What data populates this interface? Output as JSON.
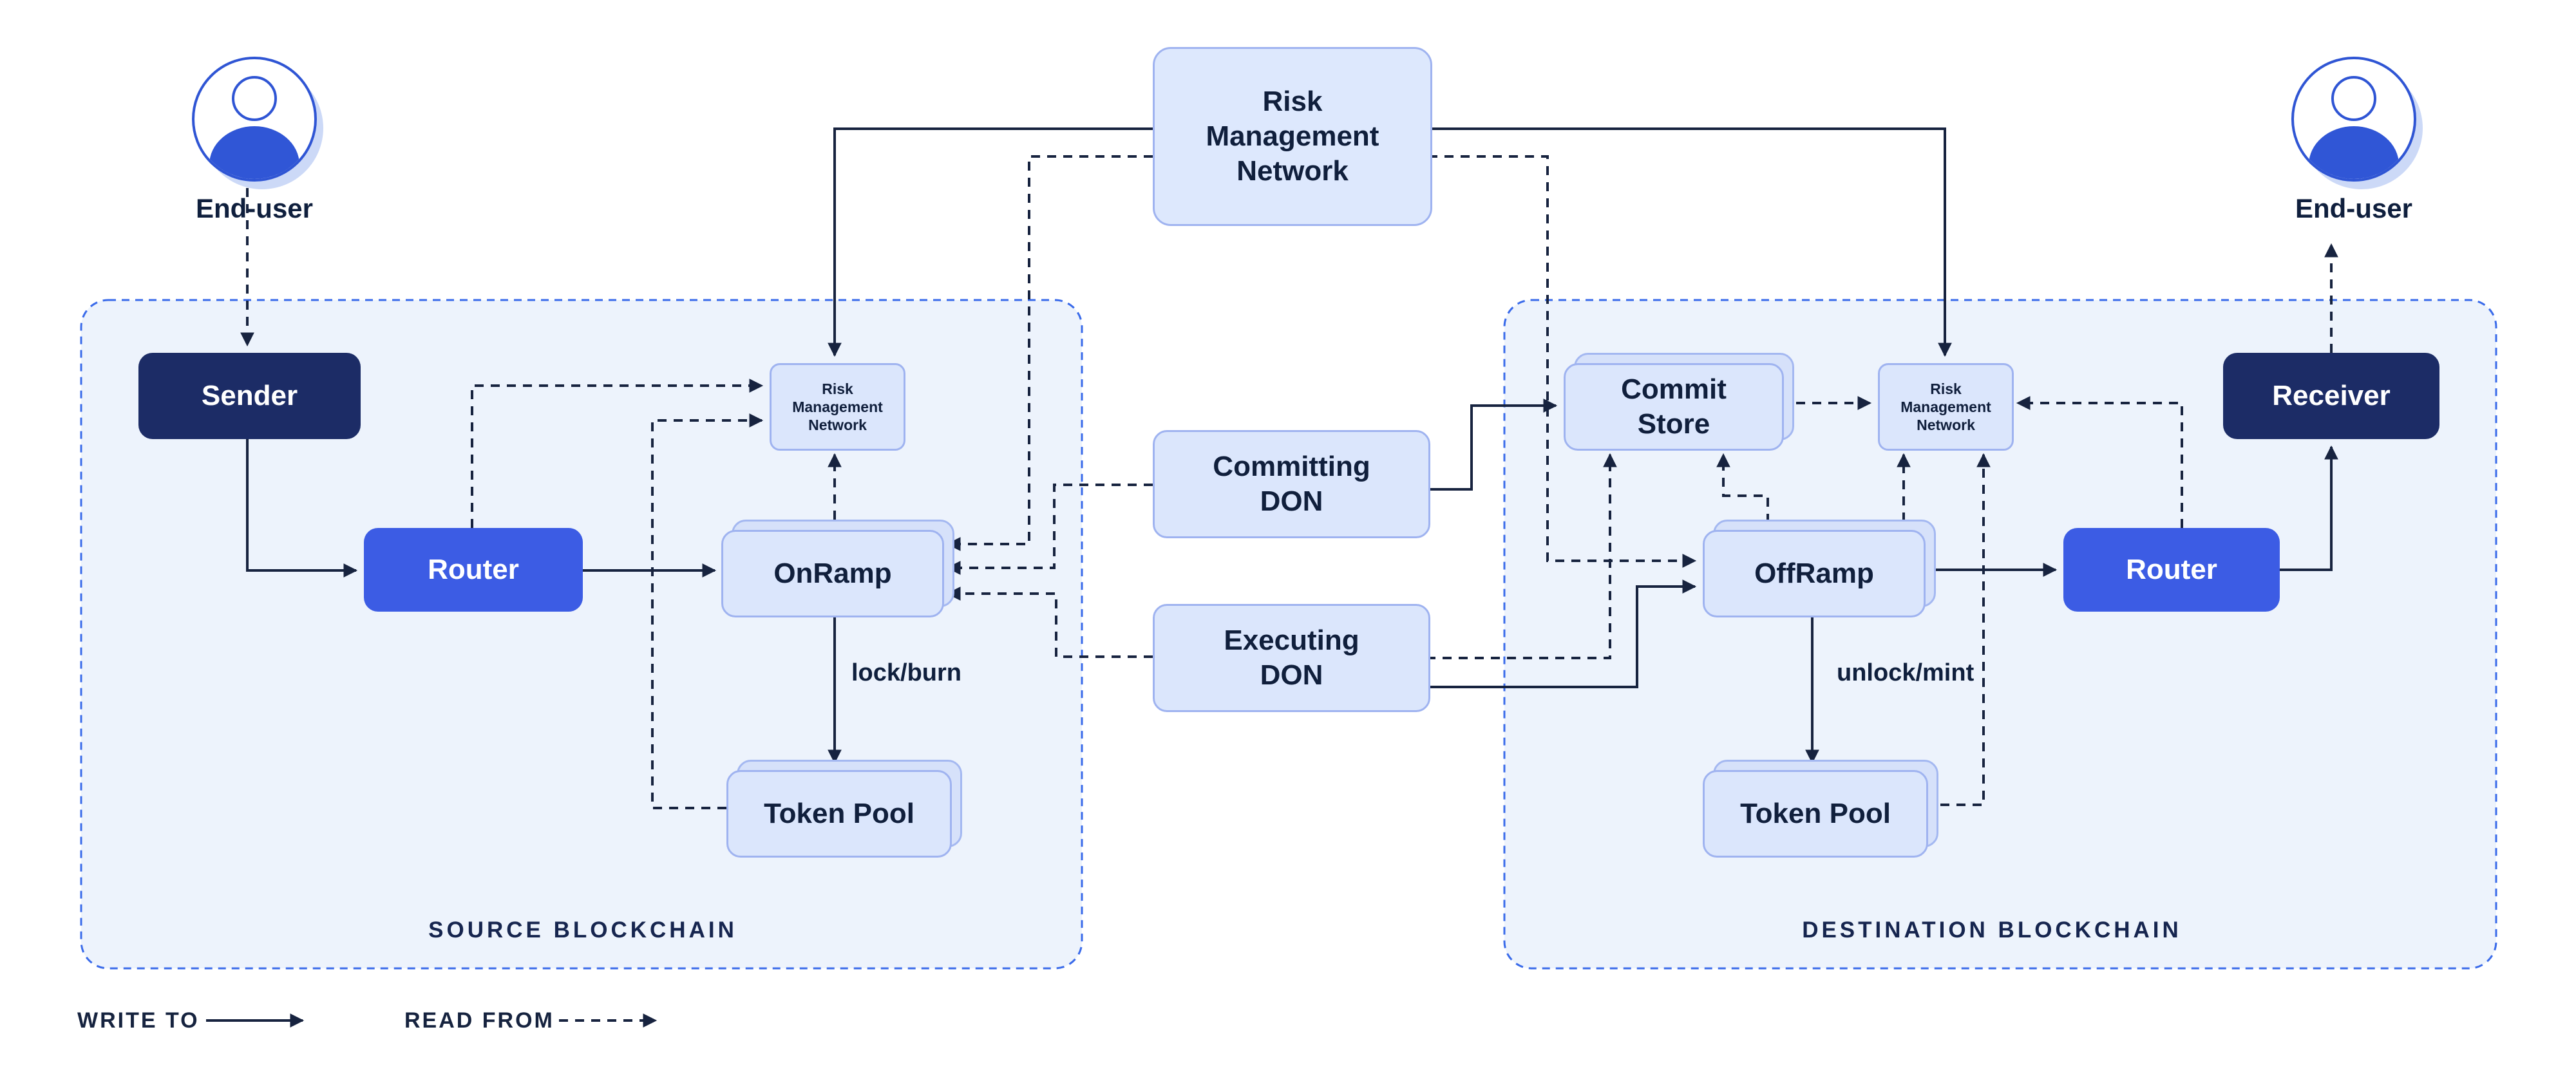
{
  "end_user_left": "End-user",
  "end_user_right": "End-user",
  "risk_management_top": "Risk Management Network",
  "source": {
    "caption": "SOURCE BLOCKCHAIN",
    "sender": "Sender",
    "router": "Router",
    "risk_management": "Risk Management Network",
    "onramp": "OnRamp",
    "token_pool": "Token Pool",
    "lock_burn": "lock/burn"
  },
  "middle": {
    "committing_don": "Committing DON",
    "executing_don": "Executing DON"
  },
  "destination": {
    "caption": "DESTINATION BLOCKCHAIN",
    "commit_store": "Commit Store",
    "risk_management": "Risk Management Network",
    "offramp": "OffRamp",
    "router": "Router",
    "receiver": "Receiver",
    "token_pool": "Token Pool",
    "unlock_mint": "unlock/mint"
  },
  "legend": {
    "write_to": "WRITE TO",
    "read_from": "READ FROM"
  },
  "colors": {
    "accent_blue": "#3c5ce4",
    "navy_box": "#1c2c66",
    "line": "#17233f",
    "box_fill": "#dbe6fc",
    "box_border": "#9fb3f0",
    "container_fill": "#edf3fc",
    "container_border": "#3a6bea"
  }
}
